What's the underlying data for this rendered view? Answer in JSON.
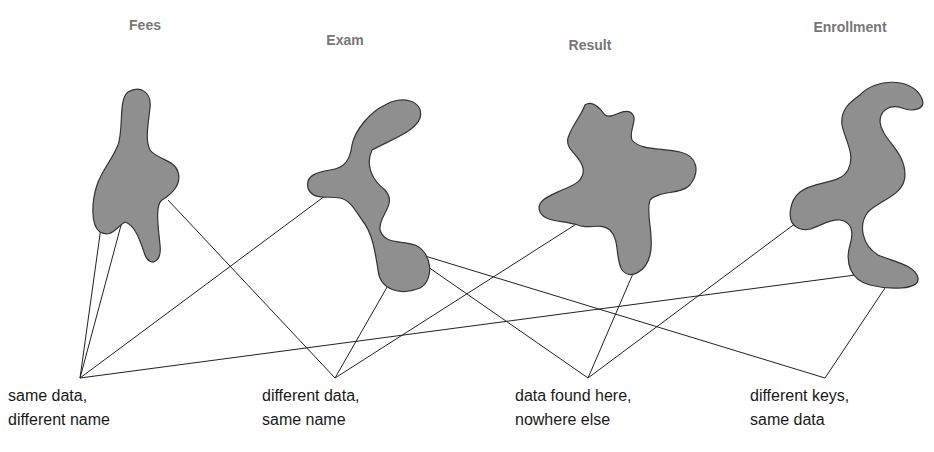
{
  "diagram": {
    "nodes": [
      {
        "text": [
          "Fees"
        ]
      },
      {
        "text": [
          "Exam"
        ]
      },
      {
        "text": [
          "Result"
        ]
      },
      {
        "text": [
          "Enrollment"
        ]
      }
    ],
    "labels": [
      "same data, different name",
      "different data, same name",
      "data found here, nowhere else",
      "different keys, same data"
    ]
  }
}
